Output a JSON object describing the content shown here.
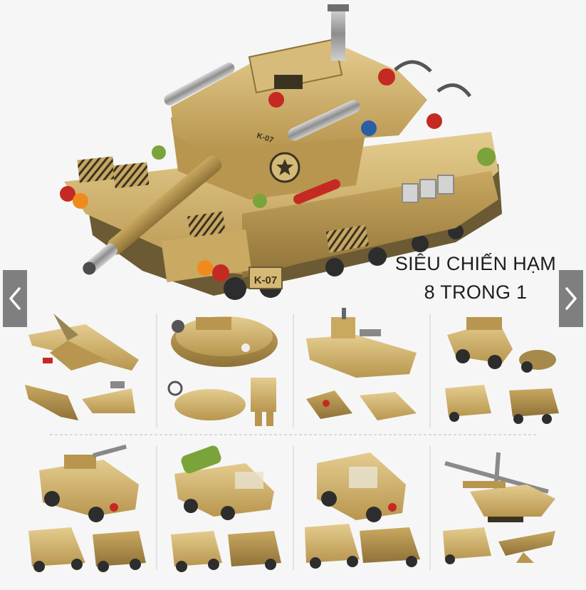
{
  "caption": {
    "line1": "SIÊU CHIẾN HẠM",
    "line2": "8 TRONG 1"
  },
  "main_model": {
    "plate": "K-07",
    "turret_label": "K-07"
  },
  "navigation": {
    "prev_icon": "chevron-left-icon",
    "next_icon": "chevron-right-icon"
  },
  "variants": [
    {
      "name": "jet",
      "icon": "jet-icon"
    },
    {
      "name": "hovercraft",
      "icon": "hovercraft-icon"
    },
    {
      "name": "battleship",
      "icon": "battleship-icon"
    },
    {
      "name": "armored-car",
      "icon": "armored-car-icon"
    },
    {
      "name": "turret-truck",
      "icon": "turret-truck-icon"
    },
    {
      "name": "missile-truck",
      "icon": "missile-truck-icon"
    },
    {
      "name": "jeep",
      "icon": "jeep-icon"
    },
    {
      "name": "helicopter",
      "icon": "helicopter-icon"
    }
  ],
  "colors": {
    "background": "#f6f6f6",
    "brick_light": "#d9be7c",
    "brick_mid": "#c4a25c",
    "brick_dark": "#8f7238",
    "gun_metal": "#9a9a9a",
    "accent_red": "#c52a22",
    "accent_orange": "#f08a1c",
    "accent_green": "#7aa43a",
    "accent_blue": "#2a5fa8",
    "nav_button": "#6e6e6e"
  }
}
